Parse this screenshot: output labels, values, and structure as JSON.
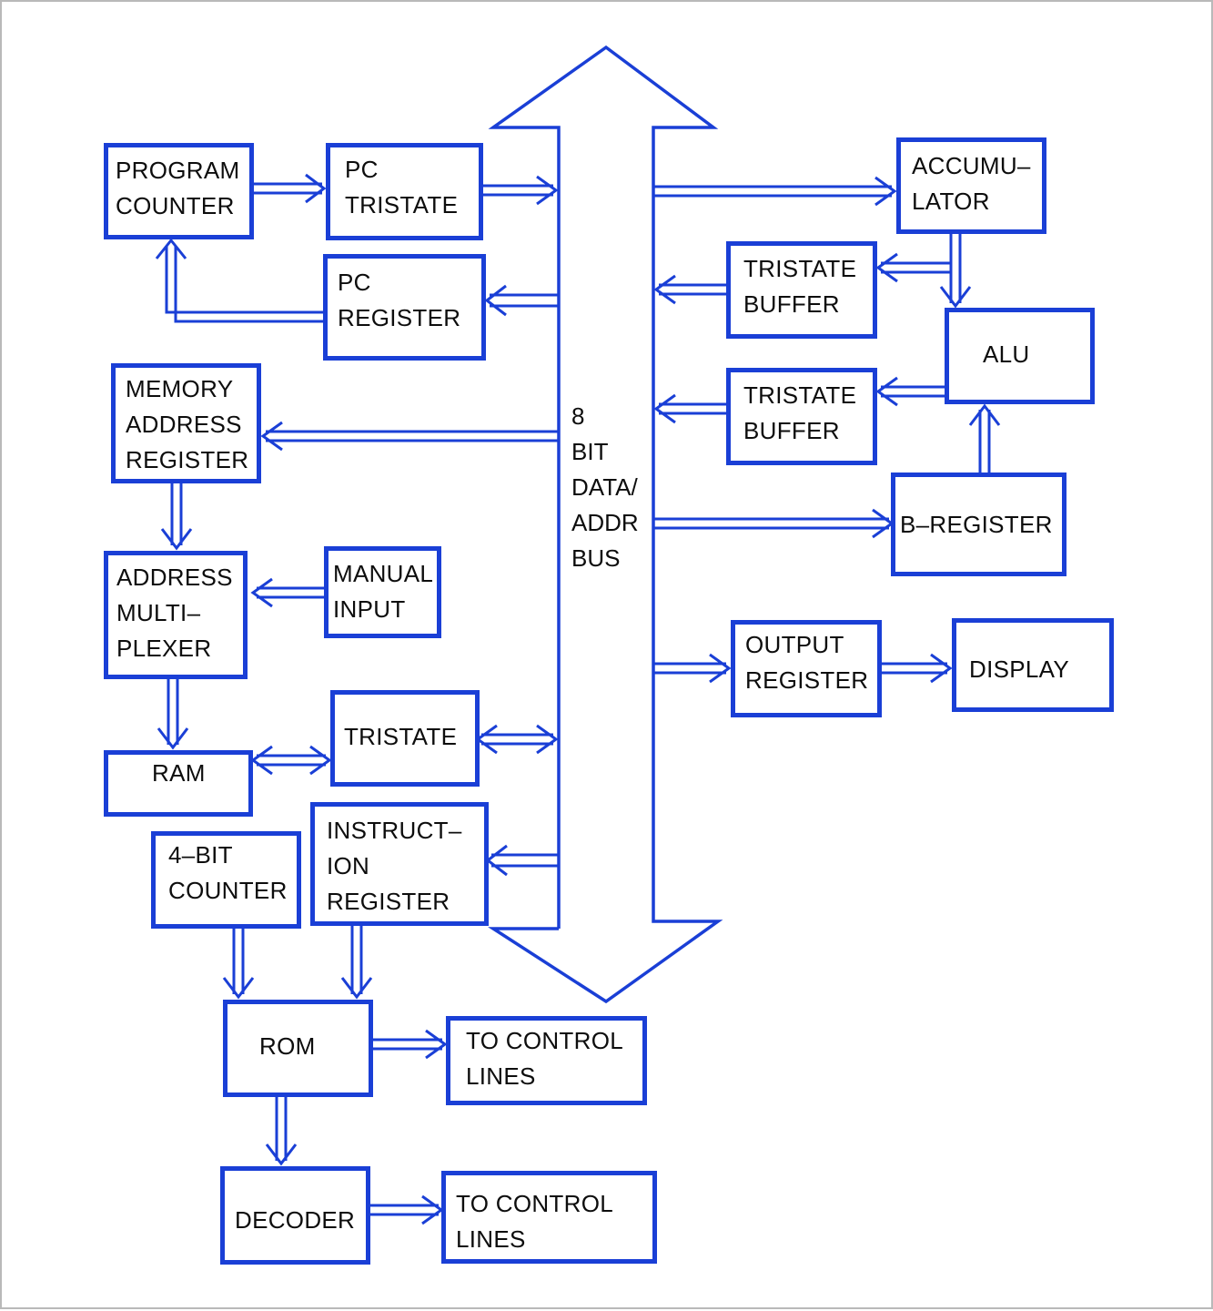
{
  "diagram": {
    "bus_label": [
      "8",
      "BIT",
      "DATA/",
      "ADDR",
      "BUS"
    ],
    "blocks": {
      "program_counter": [
        "PROGRAM",
        "COUNTER"
      ],
      "pc_tristate": [
        "PC",
        "TRISTATE"
      ],
      "pc_register": [
        "PC",
        "REGISTER"
      ],
      "memory_address_register": [
        "MEMORY",
        "ADDRESS",
        "REGISTER"
      ],
      "address_multiplexer": [
        "ADDRESS",
        "MULTI–",
        "PLEXER"
      ],
      "manual_input": [
        "MANUAL",
        "INPUT"
      ],
      "ram": [
        "RAM"
      ],
      "ram_tristate": [
        "TRISTATE"
      ],
      "four_bit_counter": [
        "4–BIT",
        "COUNTER"
      ],
      "instruction_register": [
        "INSTRUCT–",
        "ION",
        "REGISTER"
      ],
      "rom": [
        "ROM"
      ],
      "rom_control_lines": [
        "TO CONTROL",
        "LINES"
      ],
      "decoder": [
        "DECODER"
      ],
      "decoder_control_lines": [
        "TO CONTROL",
        "LINES"
      ],
      "accumulator": [
        "ACCUMU–",
        "LATOR"
      ],
      "acc_tristate_buffer": [
        "TRISTATE",
        "BUFFER"
      ],
      "alu": [
        "ALU"
      ],
      "alu_tristate_buffer": [
        "TRISTATE",
        "BUFFER"
      ],
      "b_register": [
        "B–REGISTER"
      ],
      "output_register": [
        "OUTPUT",
        "REGISTER"
      ],
      "display": [
        "DISPLAY"
      ]
    },
    "colors": {
      "line": "#1a3fd6",
      "text": "#0d0d0d",
      "frame": "#b9b9b9"
    }
  }
}
